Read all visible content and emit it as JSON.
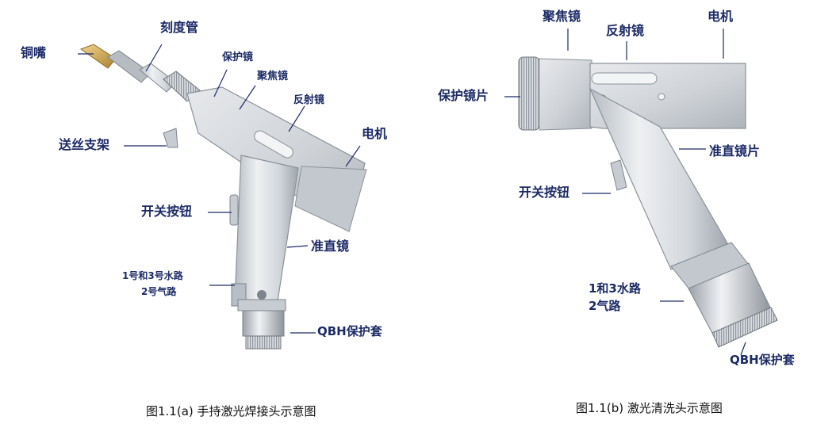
{
  "figure_a": {
    "caption": "图1.1(a) 手持激光焊接头示意图",
    "labels": {
      "nozzle": "铜嘴",
      "scale_tube": "刻度管",
      "protective_lens": "保护镜",
      "focus_lens": "聚焦镜",
      "reflector": "反射镜",
      "wire_bracket": "送丝支架",
      "motor": "电机",
      "switch_button": "开关按钮",
      "collimator": "准直镜",
      "water_line_1": "1号和3号水路",
      "gas_line_1": "2号气路",
      "qbh_cover": "QBH保护套"
    }
  },
  "figure_b": {
    "caption": "图1.1(b) 激光清洗头示意图",
    "labels": {
      "focus_lens": "聚焦镜",
      "reflector": "反射镜",
      "motor": "电机",
      "protective_lens_piece": "保护镜片",
      "collimator_piece": "准直镜片",
      "switch_button": "开关按钮",
      "water_line": "1和3水路",
      "gas_line": "2气路",
      "qbh_cover": "QBH保护套"
    }
  },
  "colors": {
    "label_text": "#1c2a66",
    "leader_line": "#1c2a66",
    "body_metal": "#cfd3d8",
    "body_shadow": "#a9afb6",
    "brass": "#c9a24a"
  }
}
